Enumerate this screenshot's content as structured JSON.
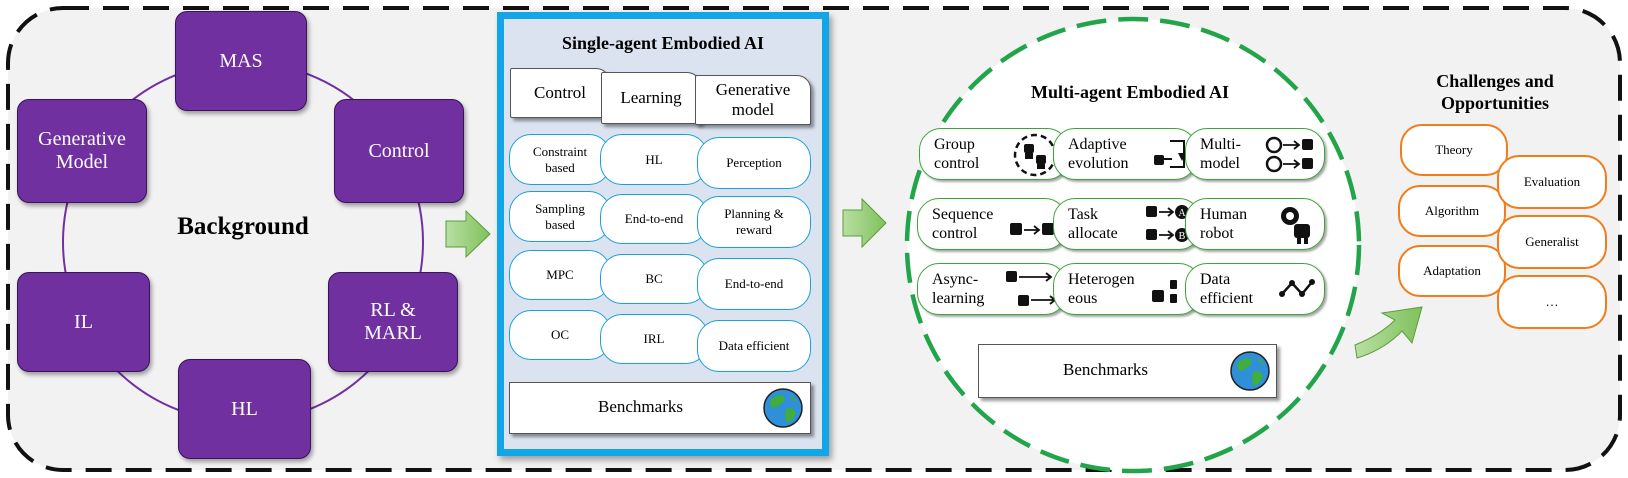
{
  "background": {
    "title": "Background",
    "nodes": [
      "MAS",
      "Control",
      "RL &\nMARL",
      "HL",
      "IL",
      "Generative\nModel"
    ],
    "node_color": "#7030a0"
  },
  "single_agent": {
    "title": "Single-agent Embodied AI",
    "categories": [
      "Control",
      "Learning",
      "Generative\nmodel"
    ],
    "control_items": [
      "Constraint\nbased",
      "Sampling\nbased",
      "MPC",
      "OC"
    ],
    "learning_items": [
      "HL",
      "End-to-end",
      "BC",
      "IRL"
    ],
    "generative_items": [
      "Perception",
      "Planning &\nreward",
      "End-to-end",
      "Data efficient"
    ],
    "benchmarks": "Benchmarks",
    "accent_color": "#12a6e8"
  },
  "multi_agent": {
    "title": "Multi-agent Embodied AI",
    "rows": [
      [
        "Group\ncontrol",
        "Adaptive\nevolution",
        "Multi-\nmodel"
      ],
      [
        "Sequence\ncontrol",
        "Task\nallocate",
        "Human\nrobot"
      ],
      [
        "Async-\nlearning",
        "Heterogen\neous",
        "Data\nefficient"
      ]
    ],
    "task_labels": [
      "A",
      "B"
    ],
    "benchmarks": "Benchmarks",
    "accent_color": "#3aa637"
  },
  "challenges": {
    "title": "Challenges and\nOpportunities",
    "left_items": [
      "Theory",
      "Algorithm",
      "Adaptation"
    ],
    "right_items": [
      "Evaluation",
      "Generalist",
      "…"
    ],
    "accent_color": "#f07d1a"
  }
}
